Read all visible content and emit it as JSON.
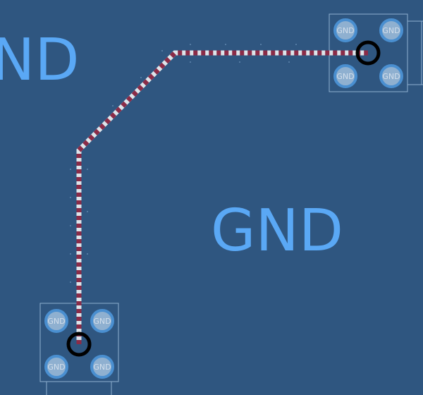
{
  "board": {
    "background": "#2f5680",
    "zone_labels": [
      {
        "text": "GND"
      },
      {
        "text": "GND"
      }
    ],
    "components": [
      {
        "pads": [
          "GND",
          "GND",
          "GND",
          "GND"
        ]
      },
      {
        "pads": [
          "GND",
          "GND",
          "GND",
          "GND"
        ]
      }
    ],
    "trace": {
      "colors": [
        "#8b2c48",
        "#dde4ea"
      ],
      "state": "selected"
    },
    "colors": {
      "zone_text": "#5aa8f5",
      "pad_ring": "#4a8fd0",
      "pad_fill": "#8fb0d0",
      "via": "#000000",
      "outline": "#8fb0d0"
    }
  }
}
